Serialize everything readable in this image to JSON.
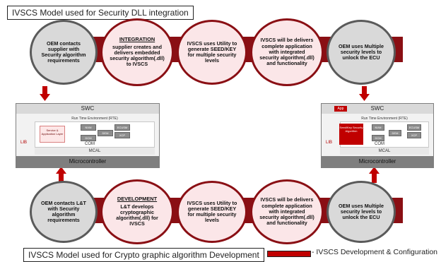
{
  "titles": {
    "top": "IVSCS Model used for Security DLL integration",
    "bottom": "IVSCS Model used for Crypto graphic algorithm Development"
  },
  "legend": {
    "text": "- IVSCS Development & Configuration"
  },
  "top_flow": [
    {
      "text": "OEM contacts supplier with Security algorithm requirements"
    },
    {
      "header": "INTEGRATION",
      "text": "supplier creates and delivers embedded security algorithm(.dll) to IVSCS"
    },
    {
      "text": "IVSCS uses Utility to generate SEED/KEY for multiple security levels"
    },
    {
      "text": "IVSCS will be delivers complete application with integrated security algorithm(.dll) and functionality"
    },
    {
      "text": "OEM uses Multiple security levels to unlock the ECU"
    }
  ],
  "bottom_flow": [
    {
      "text": "OEM contacts L&T with Security algorithm requirements"
    },
    {
      "header": "DEVELOPMENT",
      "text": "L&T develops cryptographic algorithm(.dll) for IVSCS"
    },
    {
      "text": "IVSCS uses Utility to generate SEED/KEY for multiple security levels"
    },
    {
      "text": "IVSCS will be delivers complete application with integrated security algorithm(.dll) and functionality"
    },
    {
      "text": "OEM uses Multiple security levels to unlock the ECU"
    }
  ],
  "ecu_left": {
    "swc": "SWC",
    "rte": "Run Time Environment (RTE)",
    "lib": "LIB",
    "mcal": "MCAL",
    "micro": "Microcontroller",
    "com": "COM",
    "service_box": "Service & Application Layer",
    "modules": [
      "NVM",
      "DCM",
      "DEM",
      "ECUSM",
      "XCP"
    ]
  },
  "ecu_right": {
    "swc": "SWC",
    "rte": "Run Time Environment (RTE)",
    "lib": "LIB",
    "mcal": "MCAL",
    "micro": "Microcontroller",
    "com": "COM",
    "app": "App",
    "seed_key": "Seed/Key Security Algorithm",
    "modules": [
      "NVM",
      "DCM",
      "DEM",
      "ECUSM",
      "XCP"
    ]
  },
  "colors": {
    "dark_red": "#8a0f14",
    "accent_red": "#c00000",
    "gray": "#d9d9d9",
    "pink": "#fbe6e8"
  }
}
